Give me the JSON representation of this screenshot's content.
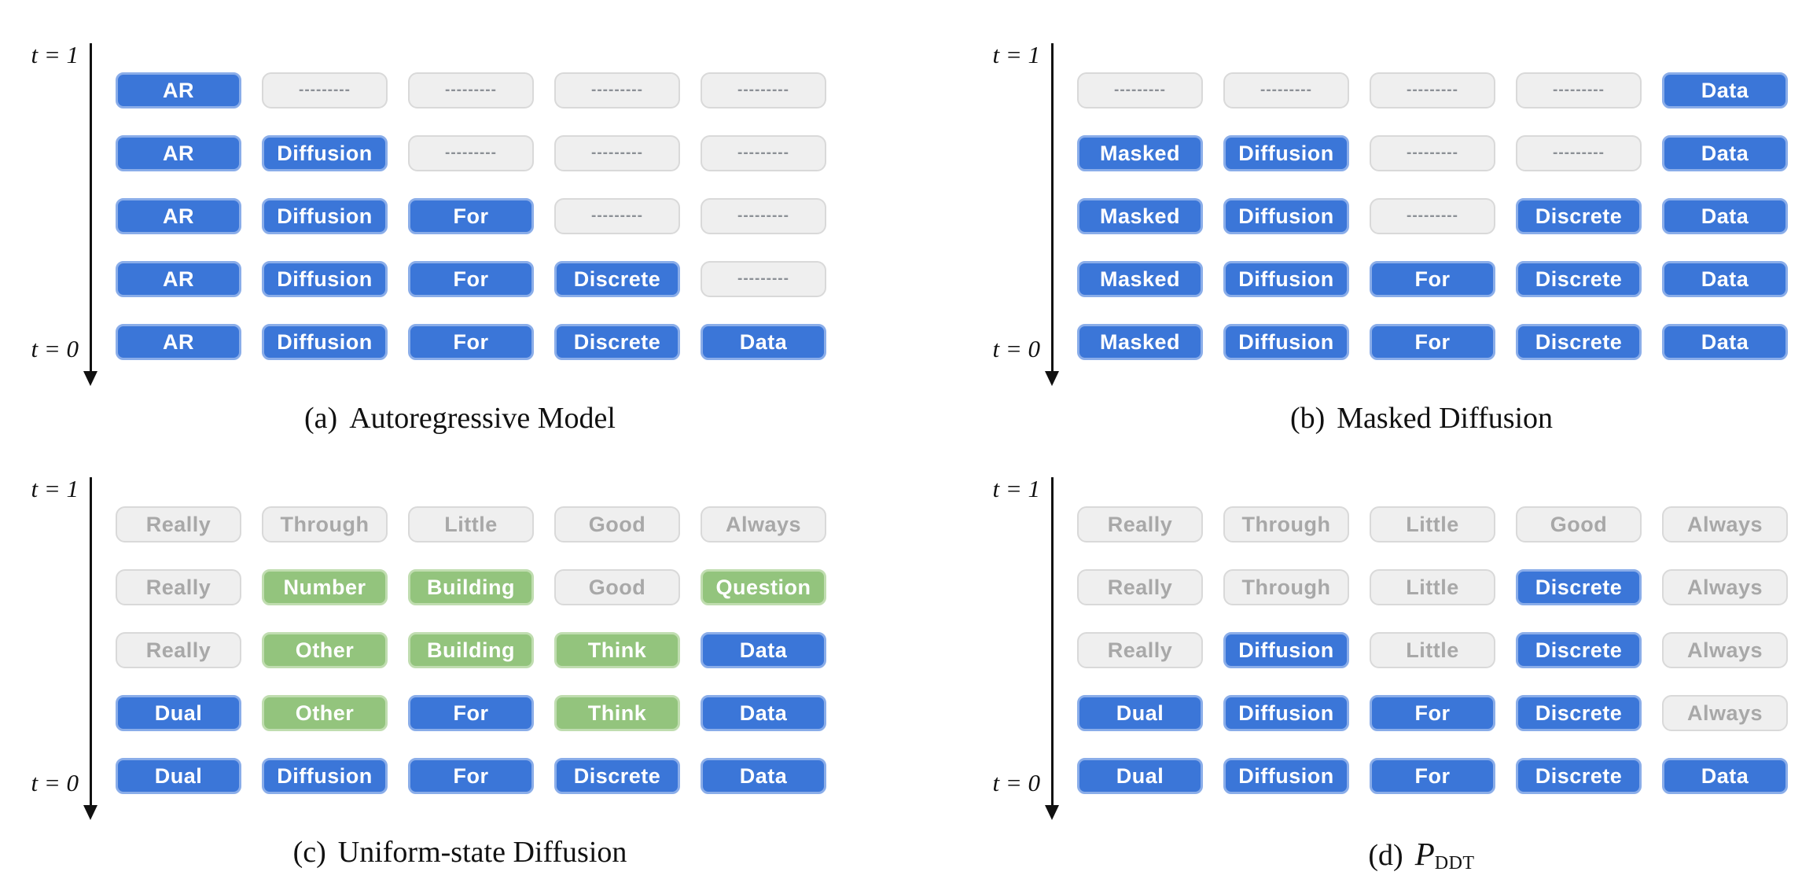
{
  "colors": {
    "token_blue": "#3b76d8",
    "token_blue_border": "#8aade9",
    "token_green": "#93c47d",
    "token_green_border": "#c0ddb0",
    "token_gray_bg": "#efefef",
    "token_gray_border": "#d9d9d9",
    "token_gray_text": "#a8a8a8",
    "dash_text": "#8c9096",
    "axis": "#111111"
  },
  "axis": {
    "top_label": "t = 1",
    "bottom_label": "t = 0"
  },
  "panels": [
    {
      "id": "a",
      "caption_prefix": "(a)",
      "caption_text": "Autoregressive Model",
      "rows": [
        [
          {
            "label": "AR",
            "style": "blue"
          },
          {
            "label": "---------",
            "style": "dash"
          },
          {
            "label": "---------",
            "style": "dash"
          },
          {
            "label": "---------",
            "style": "dash"
          },
          {
            "label": "---------",
            "style": "dash"
          }
        ],
        [
          {
            "label": "AR",
            "style": "blue"
          },
          {
            "label": "Diffusion",
            "style": "blue"
          },
          {
            "label": "---------",
            "style": "dash"
          },
          {
            "label": "---------",
            "style": "dash"
          },
          {
            "label": "---------",
            "style": "dash"
          }
        ],
        [
          {
            "label": "AR",
            "style": "blue"
          },
          {
            "label": "Diffusion",
            "style": "blue"
          },
          {
            "label": "For",
            "style": "blue"
          },
          {
            "label": "---------",
            "style": "dash"
          },
          {
            "label": "---------",
            "style": "dash"
          }
        ],
        [
          {
            "label": "AR",
            "style": "blue"
          },
          {
            "label": "Diffusion",
            "style": "blue"
          },
          {
            "label": "For",
            "style": "blue"
          },
          {
            "label": "Discrete",
            "style": "blue"
          },
          {
            "label": "---------",
            "style": "dash"
          }
        ],
        [
          {
            "label": "AR",
            "style": "blue"
          },
          {
            "label": "Diffusion",
            "style": "blue"
          },
          {
            "label": "For",
            "style": "blue"
          },
          {
            "label": "Discrete",
            "style": "blue"
          },
          {
            "label": "Data",
            "style": "blue"
          }
        ]
      ]
    },
    {
      "id": "b",
      "caption_prefix": "(b)",
      "caption_text": "Masked Diffusion",
      "rows": [
        [
          {
            "label": "---------",
            "style": "dash"
          },
          {
            "label": "---------",
            "style": "dash"
          },
          {
            "label": "---------",
            "style": "dash"
          },
          {
            "label": "---------",
            "style": "dash"
          },
          {
            "label": "Data",
            "style": "blue"
          }
        ],
        [
          {
            "label": "Masked",
            "style": "blue"
          },
          {
            "label": "Diffusion",
            "style": "blue"
          },
          {
            "label": "---------",
            "style": "dash"
          },
          {
            "label": "---------",
            "style": "dash"
          },
          {
            "label": "Data",
            "style": "blue"
          }
        ],
        [
          {
            "label": "Masked",
            "style": "blue"
          },
          {
            "label": "Diffusion",
            "style": "blue"
          },
          {
            "label": "---------",
            "style": "dash"
          },
          {
            "label": "Discrete",
            "style": "blue"
          },
          {
            "label": "Data",
            "style": "blue"
          }
        ],
        [
          {
            "label": "Masked",
            "style": "blue"
          },
          {
            "label": "Diffusion",
            "style": "blue"
          },
          {
            "label": "For",
            "style": "blue"
          },
          {
            "label": "Discrete",
            "style": "blue"
          },
          {
            "label": "Data",
            "style": "blue"
          }
        ],
        [
          {
            "label": "Masked",
            "style": "blue"
          },
          {
            "label": "Diffusion",
            "style": "blue"
          },
          {
            "label": "For",
            "style": "blue"
          },
          {
            "label": "Discrete",
            "style": "blue"
          },
          {
            "label": "Data",
            "style": "blue"
          }
        ]
      ]
    },
    {
      "id": "c",
      "caption_prefix": "(c)",
      "caption_text": "Uniform-state Diffusion",
      "rows": [
        [
          {
            "label": "Really",
            "style": "gray"
          },
          {
            "label": "Through",
            "style": "gray"
          },
          {
            "label": "Little",
            "style": "gray"
          },
          {
            "label": "Good",
            "style": "gray"
          },
          {
            "label": "Always",
            "style": "gray"
          }
        ],
        [
          {
            "label": "Really",
            "style": "gray"
          },
          {
            "label": "Number",
            "style": "green"
          },
          {
            "label": "Building",
            "style": "green"
          },
          {
            "label": "Good",
            "style": "gray"
          },
          {
            "label": "Question",
            "style": "green"
          }
        ],
        [
          {
            "label": "Really",
            "style": "gray"
          },
          {
            "label": "Other",
            "style": "green"
          },
          {
            "label": "Building",
            "style": "green"
          },
          {
            "label": "Think",
            "style": "green"
          },
          {
            "label": "Data",
            "style": "blue"
          }
        ],
        [
          {
            "label": "Dual",
            "style": "blue"
          },
          {
            "label": "Other",
            "style": "green"
          },
          {
            "label": "For",
            "style": "blue"
          },
          {
            "label": "Think",
            "style": "green"
          },
          {
            "label": "Data",
            "style": "blue"
          }
        ],
        [
          {
            "label": "Dual",
            "style": "blue"
          },
          {
            "label": "Diffusion",
            "style": "blue"
          },
          {
            "label": "For",
            "style": "blue"
          },
          {
            "label": "Discrete",
            "style": "blue"
          },
          {
            "label": "Data",
            "style": "blue"
          }
        ]
      ]
    },
    {
      "id": "d",
      "caption_prefix": "(d)",
      "caption_text": "",
      "caption_math_symbol": "P",
      "caption_math_subscript": "DDT",
      "rows": [
        [
          {
            "label": "Really",
            "style": "gray"
          },
          {
            "label": "Through",
            "style": "gray"
          },
          {
            "label": "Little",
            "style": "gray"
          },
          {
            "label": "Good",
            "style": "gray"
          },
          {
            "label": "Always",
            "style": "gray"
          }
        ],
        [
          {
            "label": "Really",
            "style": "gray"
          },
          {
            "label": "Through",
            "style": "gray"
          },
          {
            "label": "Little",
            "style": "gray"
          },
          {
            "label": "Discrete",
            "style": "blue"
          },
          {
            "label": "Always",
            "style": "gray"
          }
        ],
        [
          {
            "label": "Really",
            "style": "gray"
          },
          {
            "label": "Diffusion",
            "style": "blue"
          },
          {
            "label": "Little",
            "style": "gray"
          },
          {
            "label": "Discrete",
            "style": "blue"
          },
          {
            "label": "Always",
            "style": "gray"
          }
        ],
        [
          {
            "label": "Dual",
            "style": "blue"
          },
          {
            "label": "Diffusion",
            "style": "blue"
          },
          {
            "label": "For",
            "style": "blue"
          },
          {
            "label": "Discrete",
            "style": "blue"
          },
          {
            "label": "Always",
            "style": "gray"
          }
        ],
        [
          {
            "label": "Dual",
            "style": "blue"
          },
          {
            "label": "Diffusion",
            "style": "blue"
          },
          {
            "label": "For",
            "style": "blue"
          },
          {
            "label": "Discrete",
            "style": "blue"
          },
          {
            "label": "Data",
            "style": "blue"
          }
        ]
      ]
    }
  ]
}
